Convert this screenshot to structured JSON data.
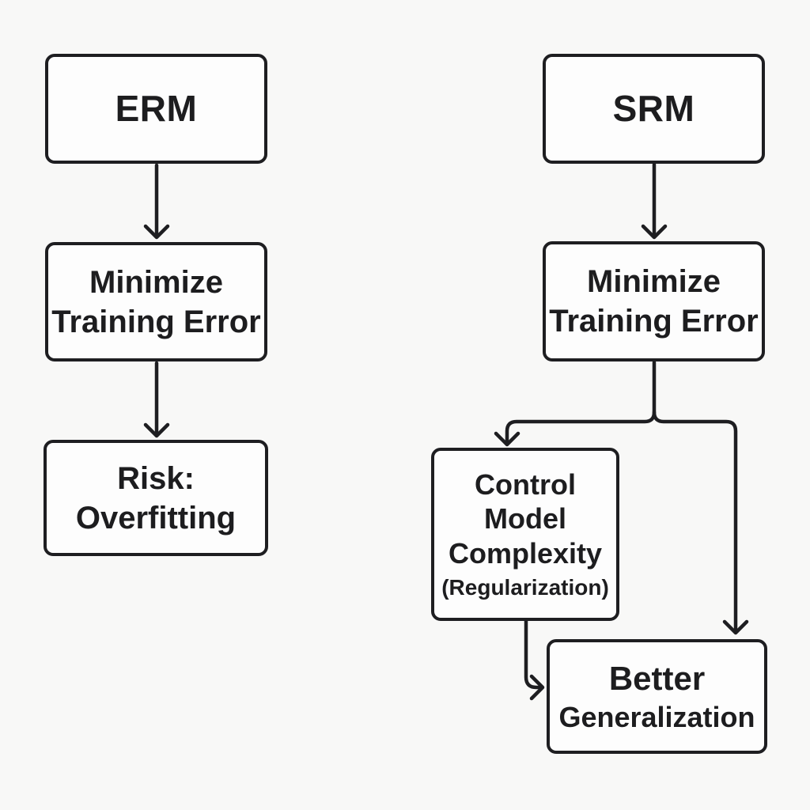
{
  "diagram": {
    "type": "flowchart",
    "columns": [
      "ERM",
      "SRM"
    ],
    "colors": {
      "background": "#f8f8f7",
      "node_fill": "#fdfdfd",
      "line": "#1e1e21",
      "text": "#1d1d1f"
    },
    "nodes": {
      "erm": {
        "title": "ERM"
      },
      "erm_minimize": {
        "line1": "Minimize",
        "line2": "Training Error"
      },
      "erm_risk": {
        "line1": "Risk:",
        "line2": "Overfitting"
      },
      "srm": {
        "title": "SRM"
      },
      "srm_minimize": {
        "line1": "Minimize",
        "line2": "Training Error"
      },
      "control": {
        "line1": "Control",
        "line2": "Model",
        "line3": "Complexity",
        "line4": "(Regularization)"
      },
      "better": {
        "line1": "Better",
        "line2": "Generalization"
      }
    },
    "connectors": [
      {
        "from": "erm",
        "to": "erm_minimize"
      },
      {
        "from": "erm_minimize",
        "to": "erm_risk"
      },
      {
        "from": "srm",
        "to": "srm_minimize"
      },
      {
        "from": "srm_minimize",
        "to": "control"
      },
      {
        "from": "srm_minimize",
        "to": "better"
      },
      {
        "from": "control",
        "to": "better"
      }
    ]
  }
}
